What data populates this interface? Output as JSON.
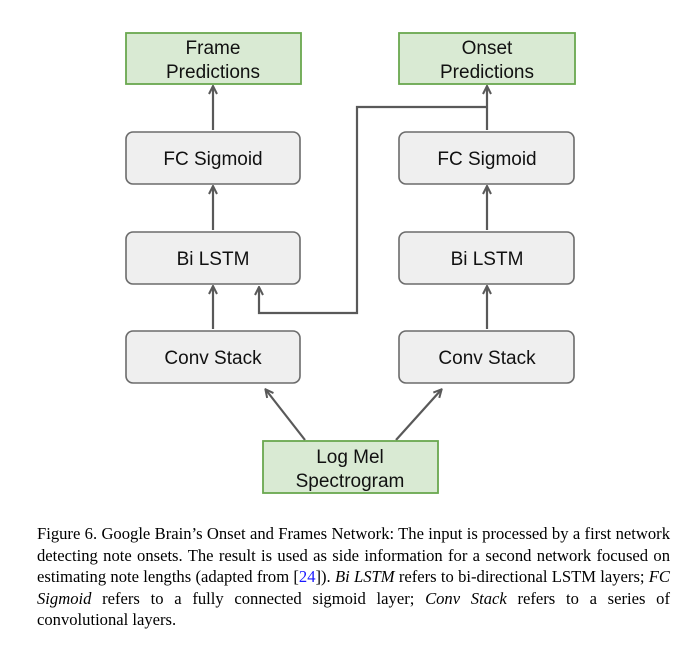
{
  "colors": {
    "green_fill": "#d9ead3",
    "green_border": "#6aa84f",
    "gray_fill": "#efefef",
    "gray_border": "#6b6b6b",
    "arrow": "#595959",
    "citation": "#1a1aff"
  },
  "diagram": {
    "left_column": {
      "output_line1": "Frame",
      "output_line2": "Predictions",
      "fc": "FC Sigmoid",
      "lstm": "Bi LSTM",
      "conv": "Conv Stack"
    },
    "right_column": {
      "output_line1": "Onset",
      "output_line2": "Predictions",
      "fc": "FC Sigmoid",
      "lstm": "Bi LSTM",
      "conv": "Conv Stack"
    },
    "input_line1": "Log Mel",
    "input_line2": "Spectrogram"
  },
  "caption": {
    "prefix": "Figure 6.  Google Brain’s Onset and Frames Network: The input is processed by a first network detecting note onsets. The result is used as side information for a second network focused on estimating note lengths (adapted from [",
    "citation": "24",
    "after_citation": "]).",
    "term1": "Bi LSTM",
    "text1": " refers to bi-directional LSTM layers; ",
    "term2": "FC Sigmoid",
    "text2": " refers to a fully connected sigmoid layer; ",
    "term3": "Conv Stack",
    "text3": " refers to a series of convolutional layers."
  }
}
